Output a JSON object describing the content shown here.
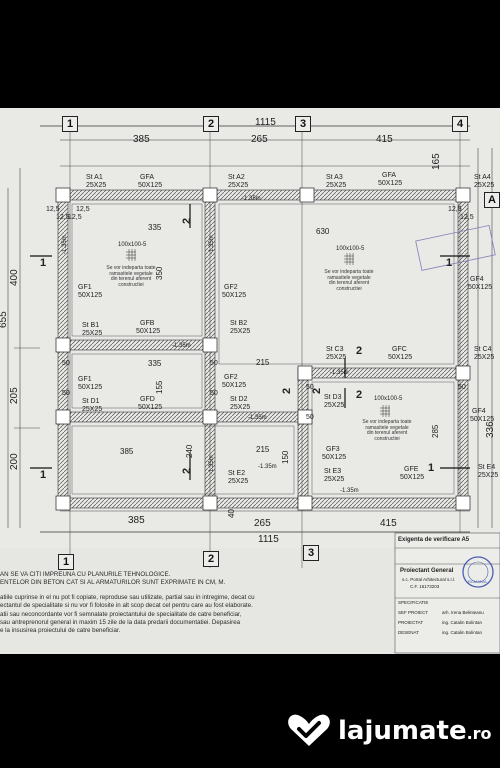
{
  "axes": {
    "top": [
      "1",
      "2",
      "3",
      "4"
    ],
    "bottom": [
      "1",
      "2",
      "3"
    ],
    "right": "A"
  },
  "dims": {
    "top_total": "1115",
    "top_segments": [
      "385",
      "265",
      "415"
    ],
    "bottom_total": "1115",
    "bottom_segments": [
      "385",
      "265",
      "415"
    ],
    "left": [
      "400",
      "655",
      "205",
      "200"
    ],
    "right_top": "165",
    "right_bottom": "336",
    "small_125": [
      "12,5",
      "12,5",
      "12,5",
      "12,5",
      "12,5",
      "12,5"
    ],
    "inner": [
      "335",
      "630",
      "350",
      "335",
      "155",
      "215",
      "385",
      "240",
      "215",
      "150",
      "285",
      "40",
      "50",
      "50",
      "50",
      "50",
      "50",
      "50",
      "50"
    ]
  },
  "columns": [
    "St A1",
    "25X25",
    "St A2",
    "25X25",
    "St A3",
    "25X25",
    "St A4",
    "25X25",
    "St B1",
    "25X25",
    "St B2",
    "25X25",
    "St C3",
    "25X25",
    "St C4",
    "25X25",
    "St D1",
    "25X25",
    "St D2",
    "25X25",
    "St D3",
    "25X25",
    "St E2",
    "25X25",
    "St E3",
    "25X25",
    "St E4",
    "25X25"
  ],
  "footings": [
    "GFA",
    "50X125",
    "GFA",
    "50X125",
    "GF1",
    "50X125",
    "GFB",
    "50X125",
    "GF2",
    "50X125",
    "GF4",
    "50X125",
    "GF1",
    "50X125",
    "GFD",
    "50X125",
    "GF2",
    "50X125",
    "GFC",
    "50X125",
    "GF3",
    "50X125",
    "GFE",
    "50X125",
    "GF4",
    "50X125"
  ],
  "levels": [
    "-1.35m",
    "-1.35m",
    "-1.35m",
    "-1.35m",
    "-1.35m",
    "-1.35m",
    "-1.35m",
    "-1.35m",
    "-1.35m"
  ],
  "sections": [
    "1",
    "1",
    "1",
    "1",
    "2",
    "2",
    "2",
    "2",
    "2",
    "2"
  ],
  "pads": [
    "100x100-5",
    "100x100-5",
    "100x100-5"
  ],
  "pad_note": [
    "Se vor indeparta toate",
    "ramasitele vegetale",
    "din terenul aferent",
    "constructiei"
  ],
  "notes": [
    "AN SE VA CITI IMPREUNA CU PLANURILE TEHNOLOGICE.",
    "ENTELOR DIN BETON CAT SI AL ARMATURILOR SUNT EXPRIMATE IN CM, M.",
    "atiile cuprinse in el nu pot fi copiate, reproduse sau utilizate, partial sau in intregime, decat cu",
    "ectantul de specialitate si nu vor fi folosite in alt scop decat cel pentru care au fost elaborate.",
    "atii sau neconcordante vor fi semnalate proiectantului de specialitate de catre beneficiar,",
    "sau antreprenorul general in maxim 15 zile de la data predarii documentatiei. Depasirea",
    "e la insusirea proiectului de catre beneficiar."
  ],
  "stamp": {
    "verify": "Exigenta de verificare A5",
    "designer": "Proiectant General",
    "company": "s.c. Portal Arhitectural s.r.l.",
    "cf": "C.F. 16173203",
    "rows": [
      "SPECIFICATIE",
      "SEF PROIECT",
      "PROIECTAT",
      "DESENAT"
    ],
    "names": [
      "arh. Irena Belinteanu",
      "ing. Catalin Bolintan",
      "ing. Catalin Bolintan"
    ],
    "seal": "ROMANIA"
  },
  "watermark": {
    "brand": "lajumate",
    "suffix": ".ro"
  },
  "colors": {
    "paper": "#e9e9e6",
    "ink": "#2b2b2b",
    "hatch": "#555555",
    "stamp_blue": "#4a5fb4"
  }
}
